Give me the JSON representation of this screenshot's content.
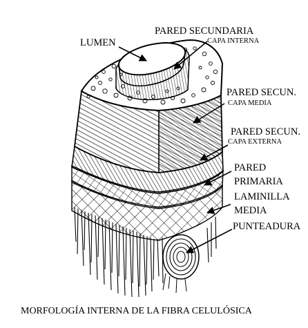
{
  "labels": {
    "lumen": "LUMEN",
    "pared_secundaria": "PARED SECUNDARIA",
    "capa_interna": "CAPA INTERNA",
    "pared_secun_media": "PARED SECUN.",
    "capa_media": "CAPA MEDIA",
    "pared_secun_externa": "PARED SECUN.",
    "capa_externa": "CAPA EXTERNA",
    "pared": "PARED",
    "primaria": "PRIMARIA",
    "laminilla": "LAMINILLA",
    "media": "MEDIA",
    "punteadura": "PUNTEADURA"
  },
  "caption": "MORFOLOGÍA INTERNA DE LA FIBRA CELULÓSICA",
  "colors": {
    "ink": "#000000",
    "paper": "#ffffff"
  }
}
